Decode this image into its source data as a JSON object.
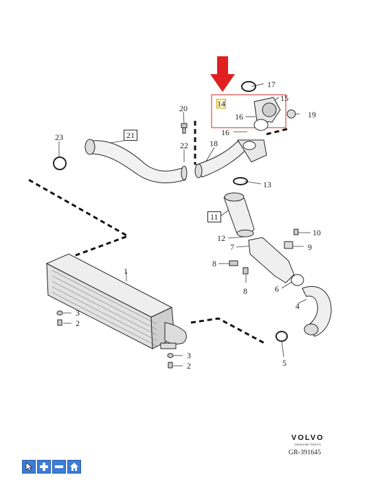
{
  "callouts": {
    "c1": "1",
    "c2a": "2",
    "c2b": "2",
    "c3a": "3",
    "c3b": "3",
    "c4": "4",
    "c5": "5",
    "c6": "6",
    "c7": "7",
    "c8a": "8",
    "c8b": "8",
    "c9": "9",
    "c10": "10",
    "c11": "11",
    "c12": "12",
    "c13": "13",
    "c14": "14",
    "c15": "15",
    "c16a": "16",
    "c16b": "16",
    "c17": "17",
    "c18": "18",
    "c19": "19",
    "c20": "20",
    "c21": "21",
    "c22": "22",
    "c23": "23"
  },
  "highlight": {
    "part": "14",
    "arrow_color": "#e02020",
    "box_color": "#e02020"
  },
  "footer": {
    "brand": "VOLVO",
    "brand_sub": "GENUINE PARTS",
    "ref": "GR-391645"
  },
  "toolbar": {
    "icons": [
      "pointer-icon",
      "zoom-in-icon",
      "zoom-out-icon",
      "home-icon"
    ]
  }
}
